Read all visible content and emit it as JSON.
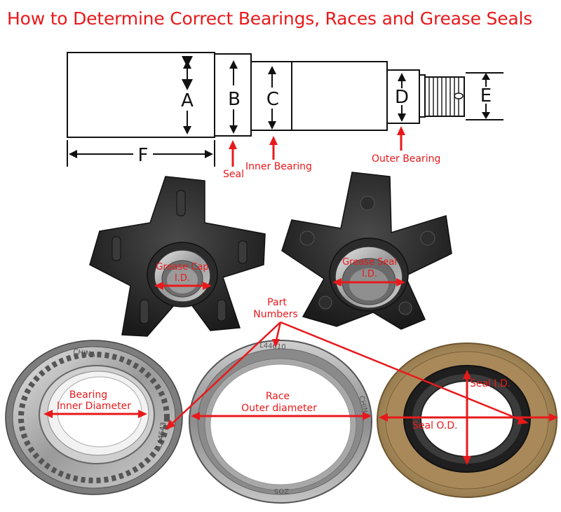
{
  "title": "How to Determine Correct Bearings, Races and Grease Seals",
  "spindle": {
    "letters": {
      "a": "A",
      "b": "B",
      "c": "C",
      "d": "D",
      "e": "E",
      "f": "F"
    },
    "callouts": {
      "seal": "Seal",
      "inner_bearing": "Inner Bearing",
      "outer_bearing": "Outer Bearing"
    }
  },
  "hubs": {
    "grease_cap_line1": "Grease Cap",
    "grease_cap_line2": "I.D.",
    "grease_seal_line1": "Grease Seal",
    "grease_seal_line2": "I.D."
  },
  "part_numbers": {
    "line1": "Part",
    "line2": "Numbers"
  },
  "bearing": {
    "line1": "Bearing",
    "line2": "Inner Diameter",
    "engraving_top": "CHINA",
    "engraving_side": "L44643"
  },
  "race": {
    "line1": "Race",
    "line2": "Outer diameter",
    "engraving_top": "L44610",
    "engraving_side": "CHINA",
    "engraving_bottom": "ZO5"
  },
  "seal": {
    "id_label": "Seal I.D.",
    "od_label": "Seal O.D."
  },
  "colors": {
    "accent": "#e8191b",
    "annotation": "#e8191b",
    "metal": "#b8b8b8",
    "rubber": "#2a2a2a",
    "seal_tan": "#a98e62"
  }
}
